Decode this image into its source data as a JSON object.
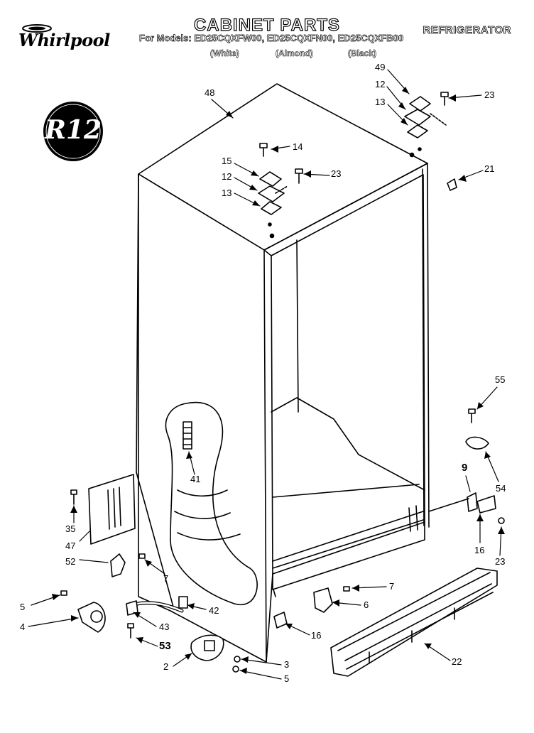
{
  "header": {
    "title": "CABINET PARTS",
    "subtitle": "For Models: ED25CQXFW00, ED25CQXFN00, ED25CQXFB00",
    "category": "REFRIGERATOR",
    "variants": [
      "(White)",
      "(Almond)",
      "(Black)"
    ]
  },
  "brand": {
    "name": "Whirlpool"
  },
  "badge": {
    "text": "R12"
  },
  "callouts": [
    {
      "id": "c48",
      "label": "48"
    },
    {
      "id": "c49",
      "label": "49"
    },
    {
      "id": "c12a",
      "label": "12"
    },
    {
      "id": "c13a",
      "label": "13"
    },
    {
      "id": "c23a",
      "label": "23"
    },
    {
      "id": "c14",
      "label": "14"
    },
    {
      "id": "c15",
      "label": "15"
    },
    {
      "id": "c12b",
      "label": "12"
    },
    {
      "id": "c23b",
      "label": "23"
    },
    {
      "id": "c13b",
      "label": "13"
    },
    {
      "id": "c21",
      "label": "21"
    },
    {
      "id": "c55",
      "label": "55"
    },
    {
      "id": "c41",
      "label": "41"
    },
    {
      "id": "c9",
      "label": "9"
    },
    {
      "id": "c54",
      "label": "54"
    },
    {
      "id": "c35",
      "label": "35"
    },
    {
      "id": "c47",
      "label": "47"
    },
    {
      "id": "c52",
      "label": "52"
    },
    {
      "id": "c7a",
      "label": "7"
    },
    {
      "id": "c16a",
      "label": "16"
    },
    {
      "id": "c23c",
      "label": "23"
    },
    {
      "id": "c7b",
      "label": "7"
    },
    {
      "id": "c5a",
      "label": "5"
    },
    {
      "id": "c42",
      "label": "42"
    },
    {
      "id": "c6",
      "label": "6"
    },
    {
      "id": "c4",
      "label": "4"
    },
    {
      "id": "c43",
      "label": "43"
    },
    {
      "id": "c16b",
      "label": "16"
    },
    {
      "id": "c53",
      "label": "53"
    },
    {
      "id": "c22",
      "label": "22"
    },
    {
      "id": "c2",
      "label": "2"
    },
    {
      "id": "c3",
      "label": "3"
    },
    {
      "id": "c5b",
      "label": "5"
    }
  ]
}
